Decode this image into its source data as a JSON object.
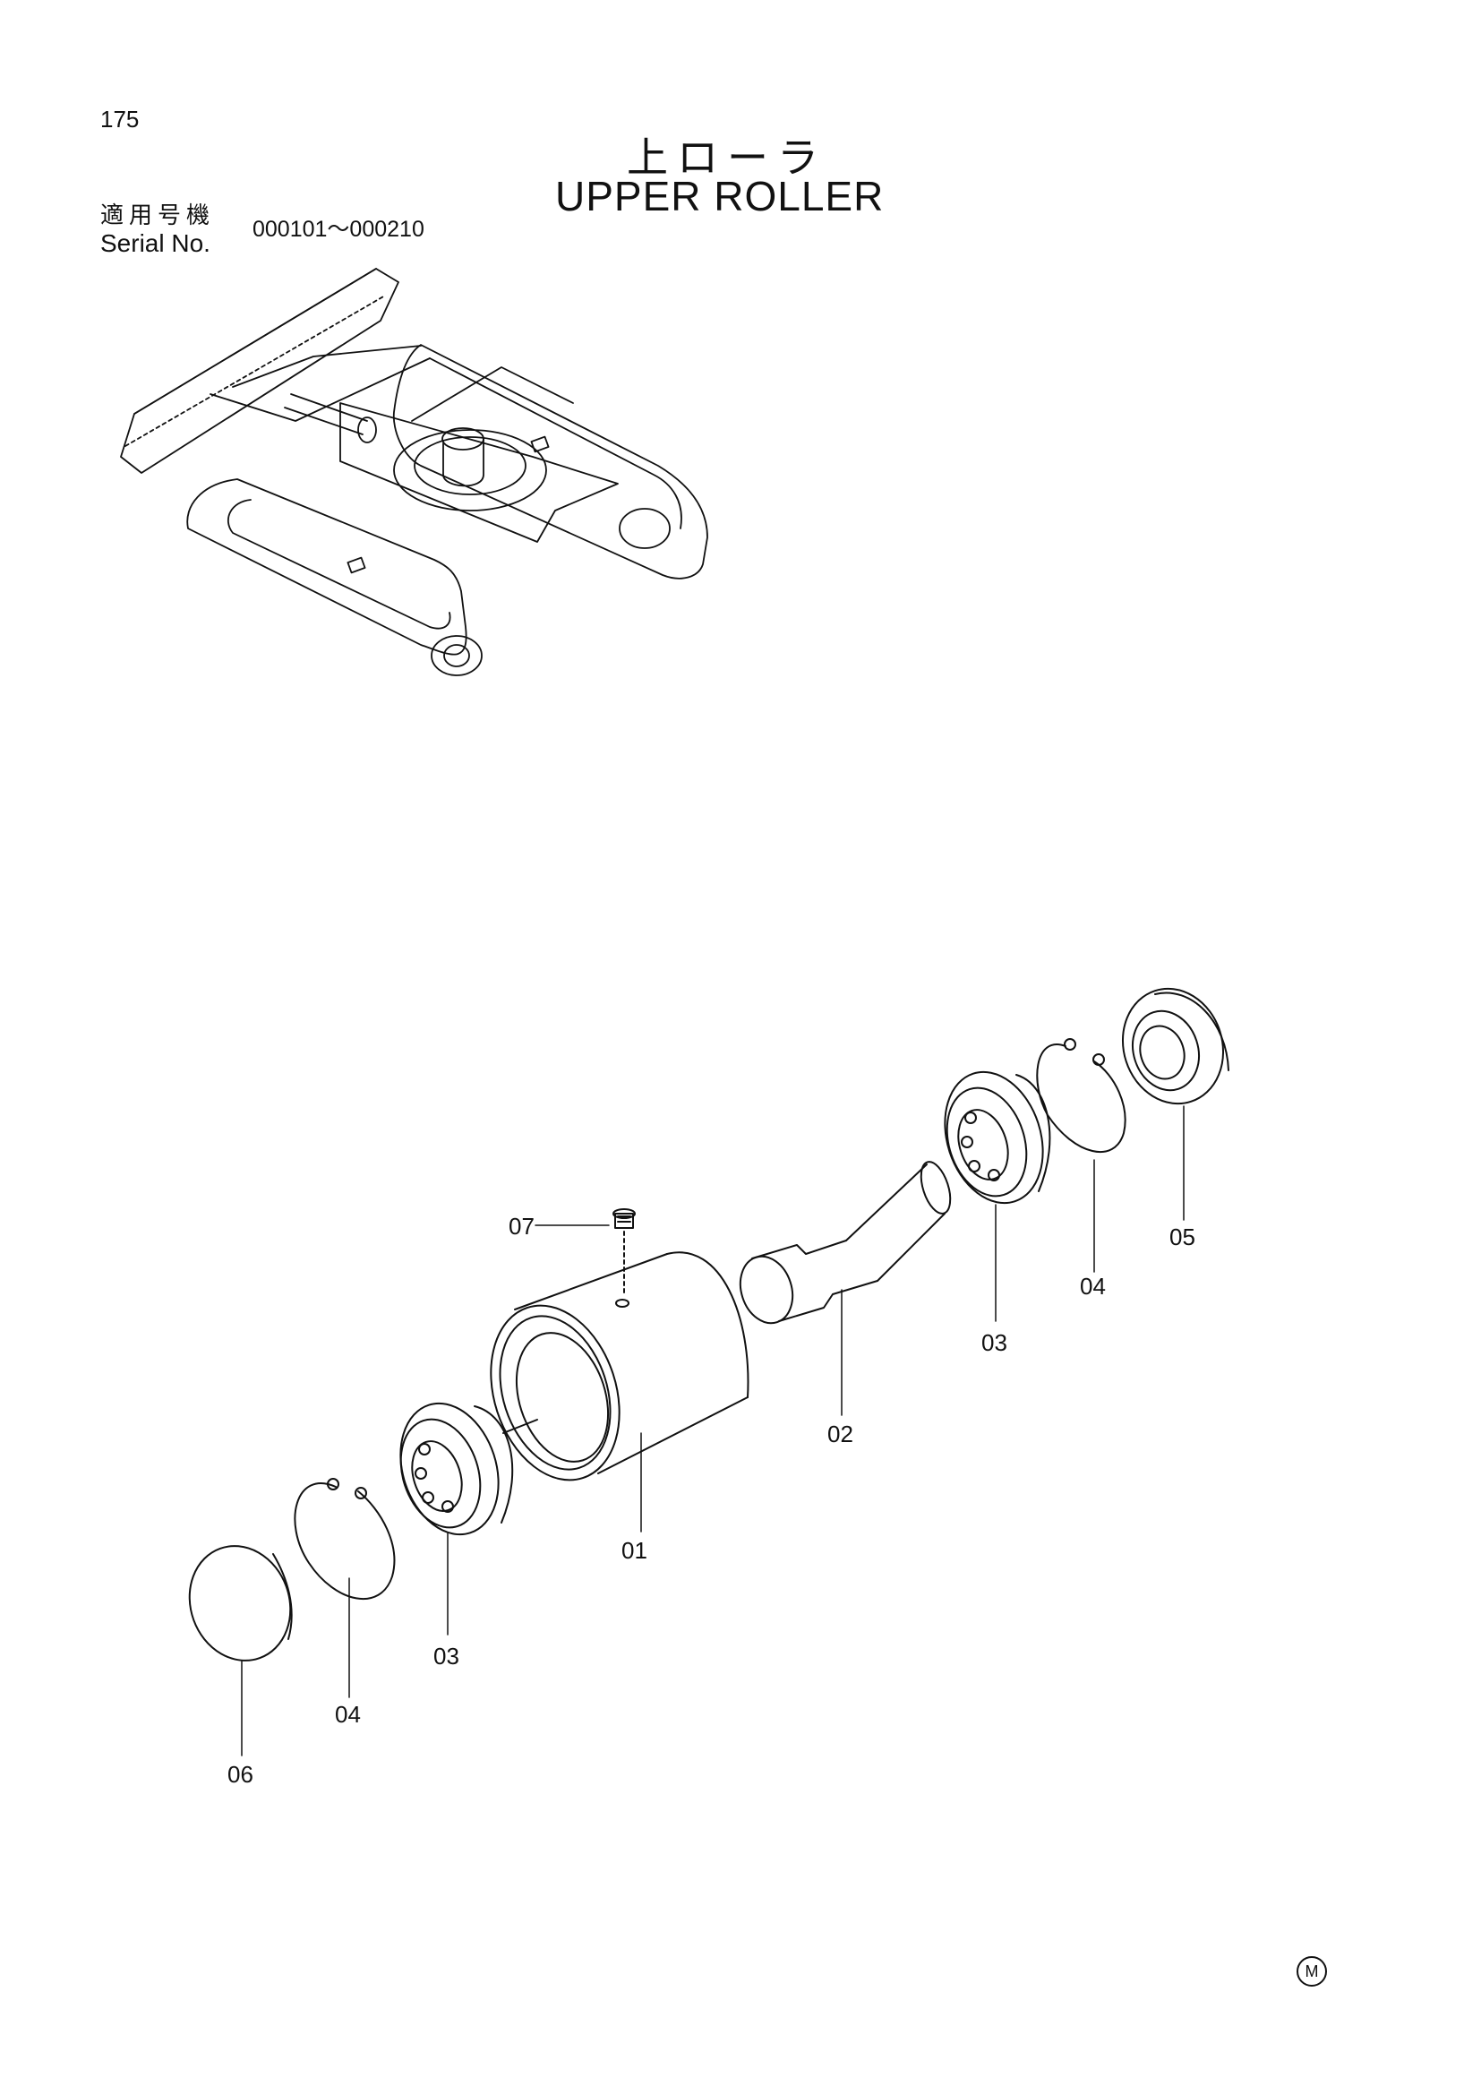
{
  "page_number": "175",
  "title_jp": "上ローラ",
  "title_en": "UPPER ROLLER",
  "serial_label_jp": "適用号機",
  "serial_label_en": "Serial No.",
  "serial_range": "000101～000210",
  "part_labels": {
    "p01": "01",
    "p02": "02",
    "p03_right": "03",
    "p03_left": "03",
    "p04_right": "04",
    "p04_left": "04",
    "p05": "05",
    "p06": "06",
    "p07": "07"
  },
  "corner_mark": "M"
}
